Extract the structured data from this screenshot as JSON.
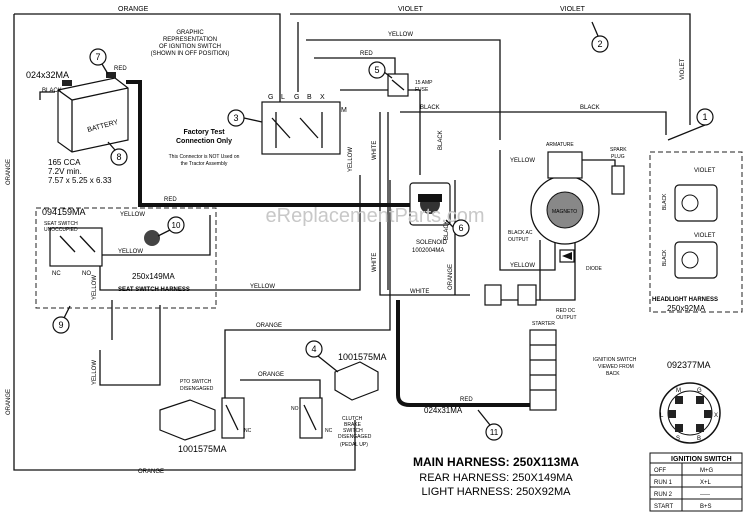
{
  "labels": {
    "orange_top": "ORANGE",
    "violet_top1": "VIOLET",
    "violet_top2": "VIOLET",
    "violet_right": "VIOLET",
    "yellow_top": "YELLOW",
    "red_top": "RED",
    "orange_left1": "ORANGE",
    "orange_left2": "ORANGE",
    "orange_bottom": "ORANGE",
    "orange_mid": "ORANGE",
    "orange_mid2": "ORANGE",
    "orange_vert": "ORANGE",
    "black_1": "BLACK",
    "black_2": "BLACK",
    "black_batt": "BLACK",
    "red_batt": "RED",
    "red_mid": "RED",
    "red_bottom": "RED",
    "white_1": "WHITE",
    "white_2": "WHITE",
    "white_3": "WHITE",
    "yellow_1": "YELLOW",
    "yellow_2": "YELLOW",
    "yellow_3": "YELLOW",
    "yellow_4": "YELLOW",
    "yellow_5": "YELLOW",
    "yellow_6": "YELLOW",
    "yellow_7": "YELLOW",
    "black_3": "BLACK",
    "black_4": "BLACK"
  },
  "ignition_graphic": {
    "line1": "GRAPHIC",
    "line2": "REPRESENTATION",
    "line3": "OF IGNITION SWITCH",
    "line4": "(SHOWN IN OFF POSITION)",
    "terminals": [
      "G",
      "L",
      "G",
      "B",
      "X",
      "M"
    ]
  },
  "battery": {
    "part": "024x32MA",
    "label": "BATTERY",
    "cca": "165 CCA",
    "volt": "7.2V min.",
    "size": "7.57 x 5.25 x 6.33"
  },
  "factory_test": {
    "line1": "Factory Test",
    "line2": "Connection Only",
    "line3": "This Connector is NOT Used on",
    "line4": "the Tractor Assembly"
  },
  "fuse": {
    "line1": "15 AMP",
    "line2": "FUSE"
  },
  "seat_switch": {
    "part": "094159MA",
    "line1": "SEAT SWITCH",
    "line2": "UNOCCUPIED",
    "nc": "NC",
    "no": "NO",
    "harness_part": "250x149MA",
    "harness_label": "SEAT SWITCH HARNESS"
  },
  "solenoid": {
    "label": "SOLENOID",
    "part": "1002004MA"
  },
  "engine": {
    "armature": "ARMATURE",
    "spark_plug_1": "SPARK",
    "spark_plug_2": "PLUG",
    "magneto": "MAGNETO",
    "black_ac_1": "BLACK AC",
    "black_ac_2": "OUTPUT",
    "diode": "DIODE",
    "red_dc_1": "RED DC",
    "red_dc_2": "OUTPUT",
    "starter": "STARTER"
  },
  "headlight": {
    "violet_a": "VIOLET",
    "violet_b": "VIOLET",
    "black_a": "BLACK",
    "black_b": "BLACK",
    "label": "HEADLIGHT HARNESS",
    "part": "250x92MA"
  },
  "pto": {
    "line1": "PTO SWITCH",
    "line2": "DISENGAGED",
    "part": "1001575MA",
    "nc": "NC"
  },
  "clutch": {
    "part": "1001575MA",
    "line1": "CLUTCH",
    "line2": "BRAKE",
    "line3": "SWITCH",
    "line4": "DISENGAGED",
    "line5": "(PEDAL UP)",
    "no": "NO",
    "nc": "NC"
  },
  "main_wire_part": "024x31MA",
  "ignition_view": {
    "line1": "IGNITION SWITCH",
    "line2": "VIEWED FROM",
    "line3": "BACK",
    "part": "092377MA",
    "pins": [
      "M",
      "G",
      "L",
      "X",
      "S",
      "B"
    ]
  },
  "harness_titles": {
    "main": "MAIN HARNESS: 250X113MA",
    "rear": "REAR HARNESS: 250X149MA",
    "light": "LIGHT HARNESS: 250X92MA"
  },
  "ignition_table": {
    "title": "IGNITION SWITCH",
    "rows": [
      [
        "OFF",
        "M+G"
      ],
      [
        "RUN 1",
        "X+L"
      ],
      [
        "RUN 2",
        "-----"
      ],
      [
        "START",
        "B+S"
      ]
    ]
  },
  "callouts": [
    "1",
    "2",
    "3",
    "4",
    "5",
    "6",
    "7",
    "8",
    "9",
    "10",
    "11"
  ],
  "watermark": "eReplacementParts.com"
}
